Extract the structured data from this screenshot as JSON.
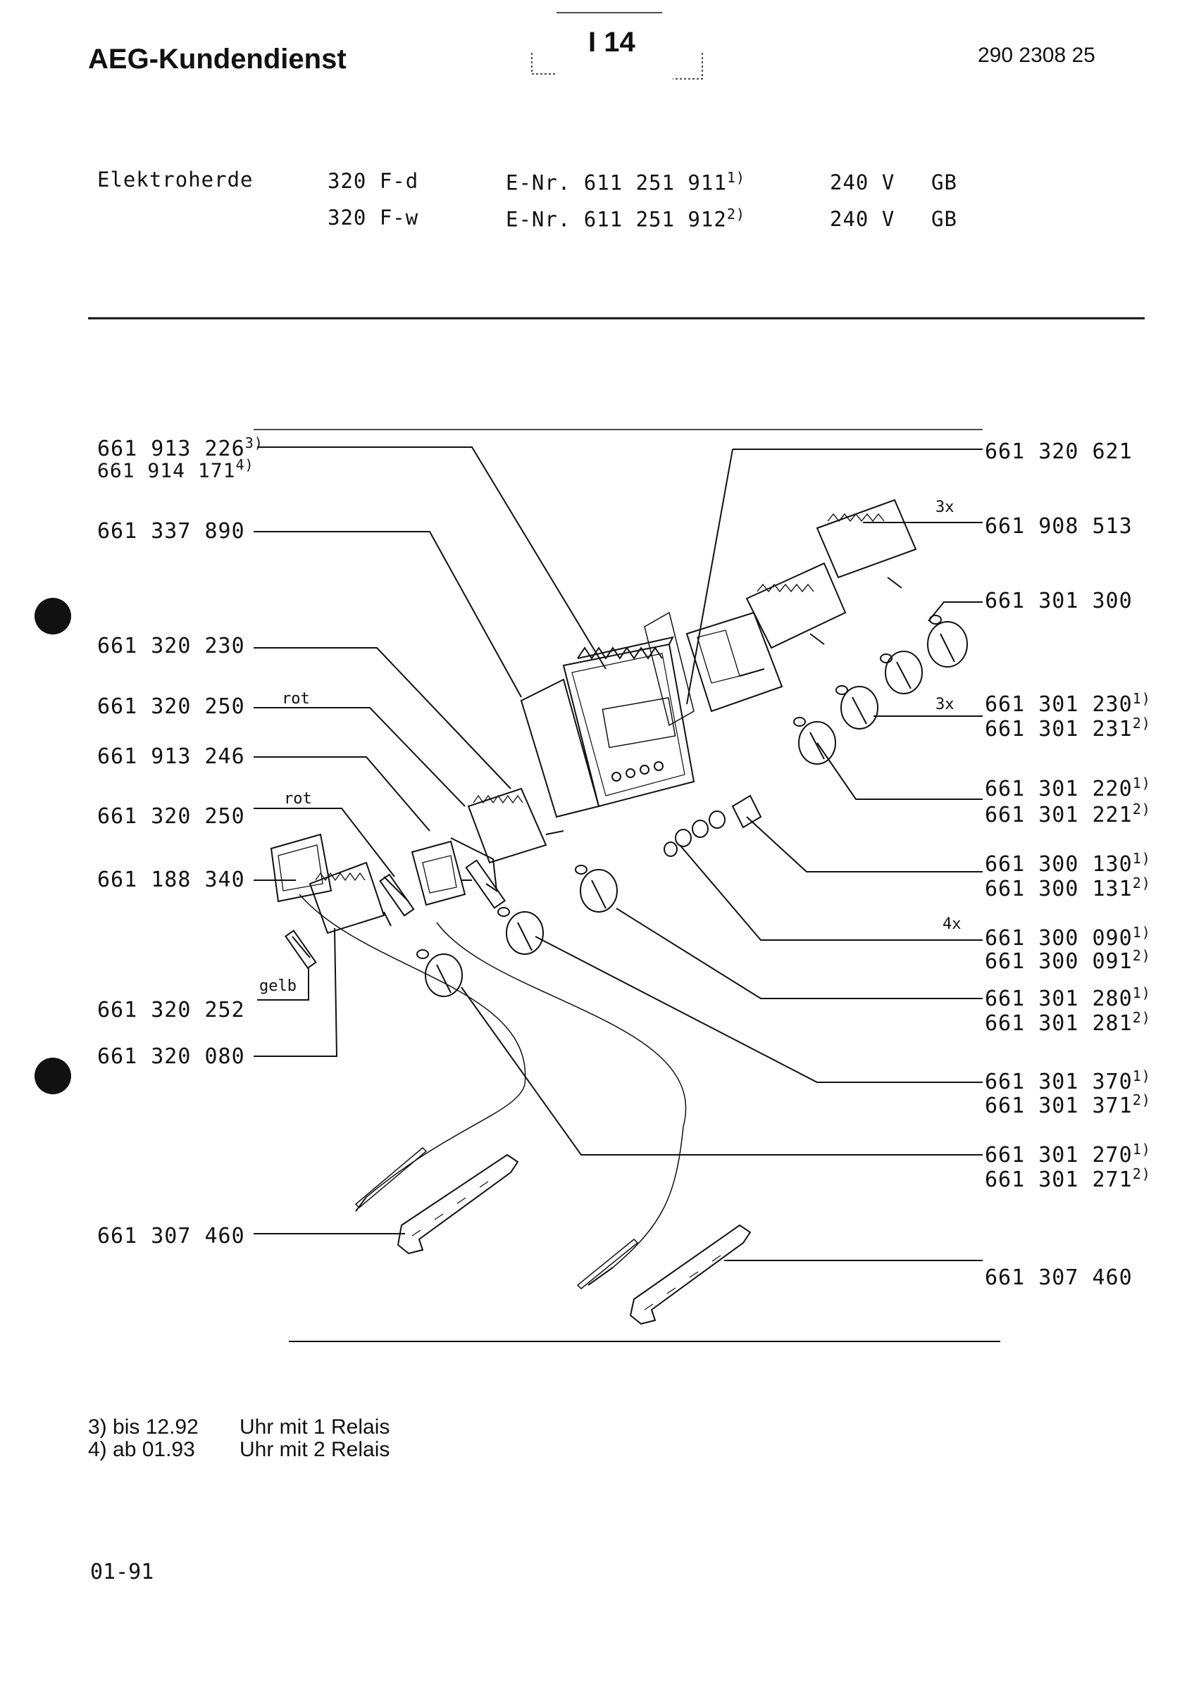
{
  "header": {
    "brand": "AEG-Kundendienst",
    "page_id": "I 14",
    "doc_number": "290 2308 25"
  },
  "models": [
    {
      "product": "Elektroherde",
      "model": "320 F-d",
      "enr": "E-Nr. 611 251 911",
      "enr_note": "1)",
      "voltage": "240 V",
      "country": "GB"
    },
    {
      "product": "",
      "model": "320 F-w",
      "enr": "E-Nr. 611 251 912",
      "enr_note": "2)",
      "voltage": "240 V",
      "country": "GB"
    }
  ],
  "left_labels": [
    {
      "text": "661 913 226",
      "note": "3)"
    },
    {
      "text": "661 914 171",
      "note": "4)"
    },
    {
      "text": "661 337 890"
    },
    {
      "text": "661 320 230"
    },
    {
      "text": "661 320 250"
    },
    {
      "text": "661 913 246"
    },
    {
      "text": "661 320 250"
    },
    {
      "text": "661 188 340"
    },
    {
      "text": "661 320 252"
    },
    {
      "text": "661 320 080"
    },
    {
      "text": "661 307 460"
    }
  ],
  "right_labels": [
    {
      "text": "661 320 621"
    },
    {
      "text": "661 908 513",
      "qty": "3x"
    },
    {
      "text": "661 301 300"
    },
    {
      "text": "661 301 230",
      "note": "1)",
      "qty": "3x"
    },
    {
      "text": "661 301 231",
      "note": "2)"
    },
    {
      "text": "661 301 220",
      "note": "1)"
    },
    {
      "text": "661 301 221",
      "note": "2)"
    },
    {
      "text": "661 300 130",
      "note": "1)"
    },
    {
      "text": "661 300 131",
      "note": "2)"
    },
    {
      "text": "661 300 090",
      "note": "1)",
      "qty": "4x"
    },
    {
      "text": "661 300 091",
      "note": "2)"
    },
    {
      "text": "661 301 280",
      "note": "1)"
    },
    {
      "text": "661 301 281",
      "note": "2)"
    },
    {
      "text": "661 301 370",
      "note": "1)"
    },
    {
      "text": "661 301 371",
      "note": "2)"
    },
    {
      "text": "661 301 270",
      "note": "1)"
    },
    {
      "text": "661 301 271",
      "note": "2)"
    },
    {
      "text": "661 307 460"
    }
  ],
  "wire_labels": {
    "rot_1": "rot",
    "rot_2": "rot",
    "gelb": "gelb"
  },
  "footnotes": [
    {
      "mark": "3) bis 12.92",
      "text": "Uhr mit 1 Relais"
    },
    {
      "mark": "4) ab 01.93",
      "text": "Uhr mit 2 Relais"
    }
  ],
  "footer": {
    "date_code": "01-91"
  }
}
